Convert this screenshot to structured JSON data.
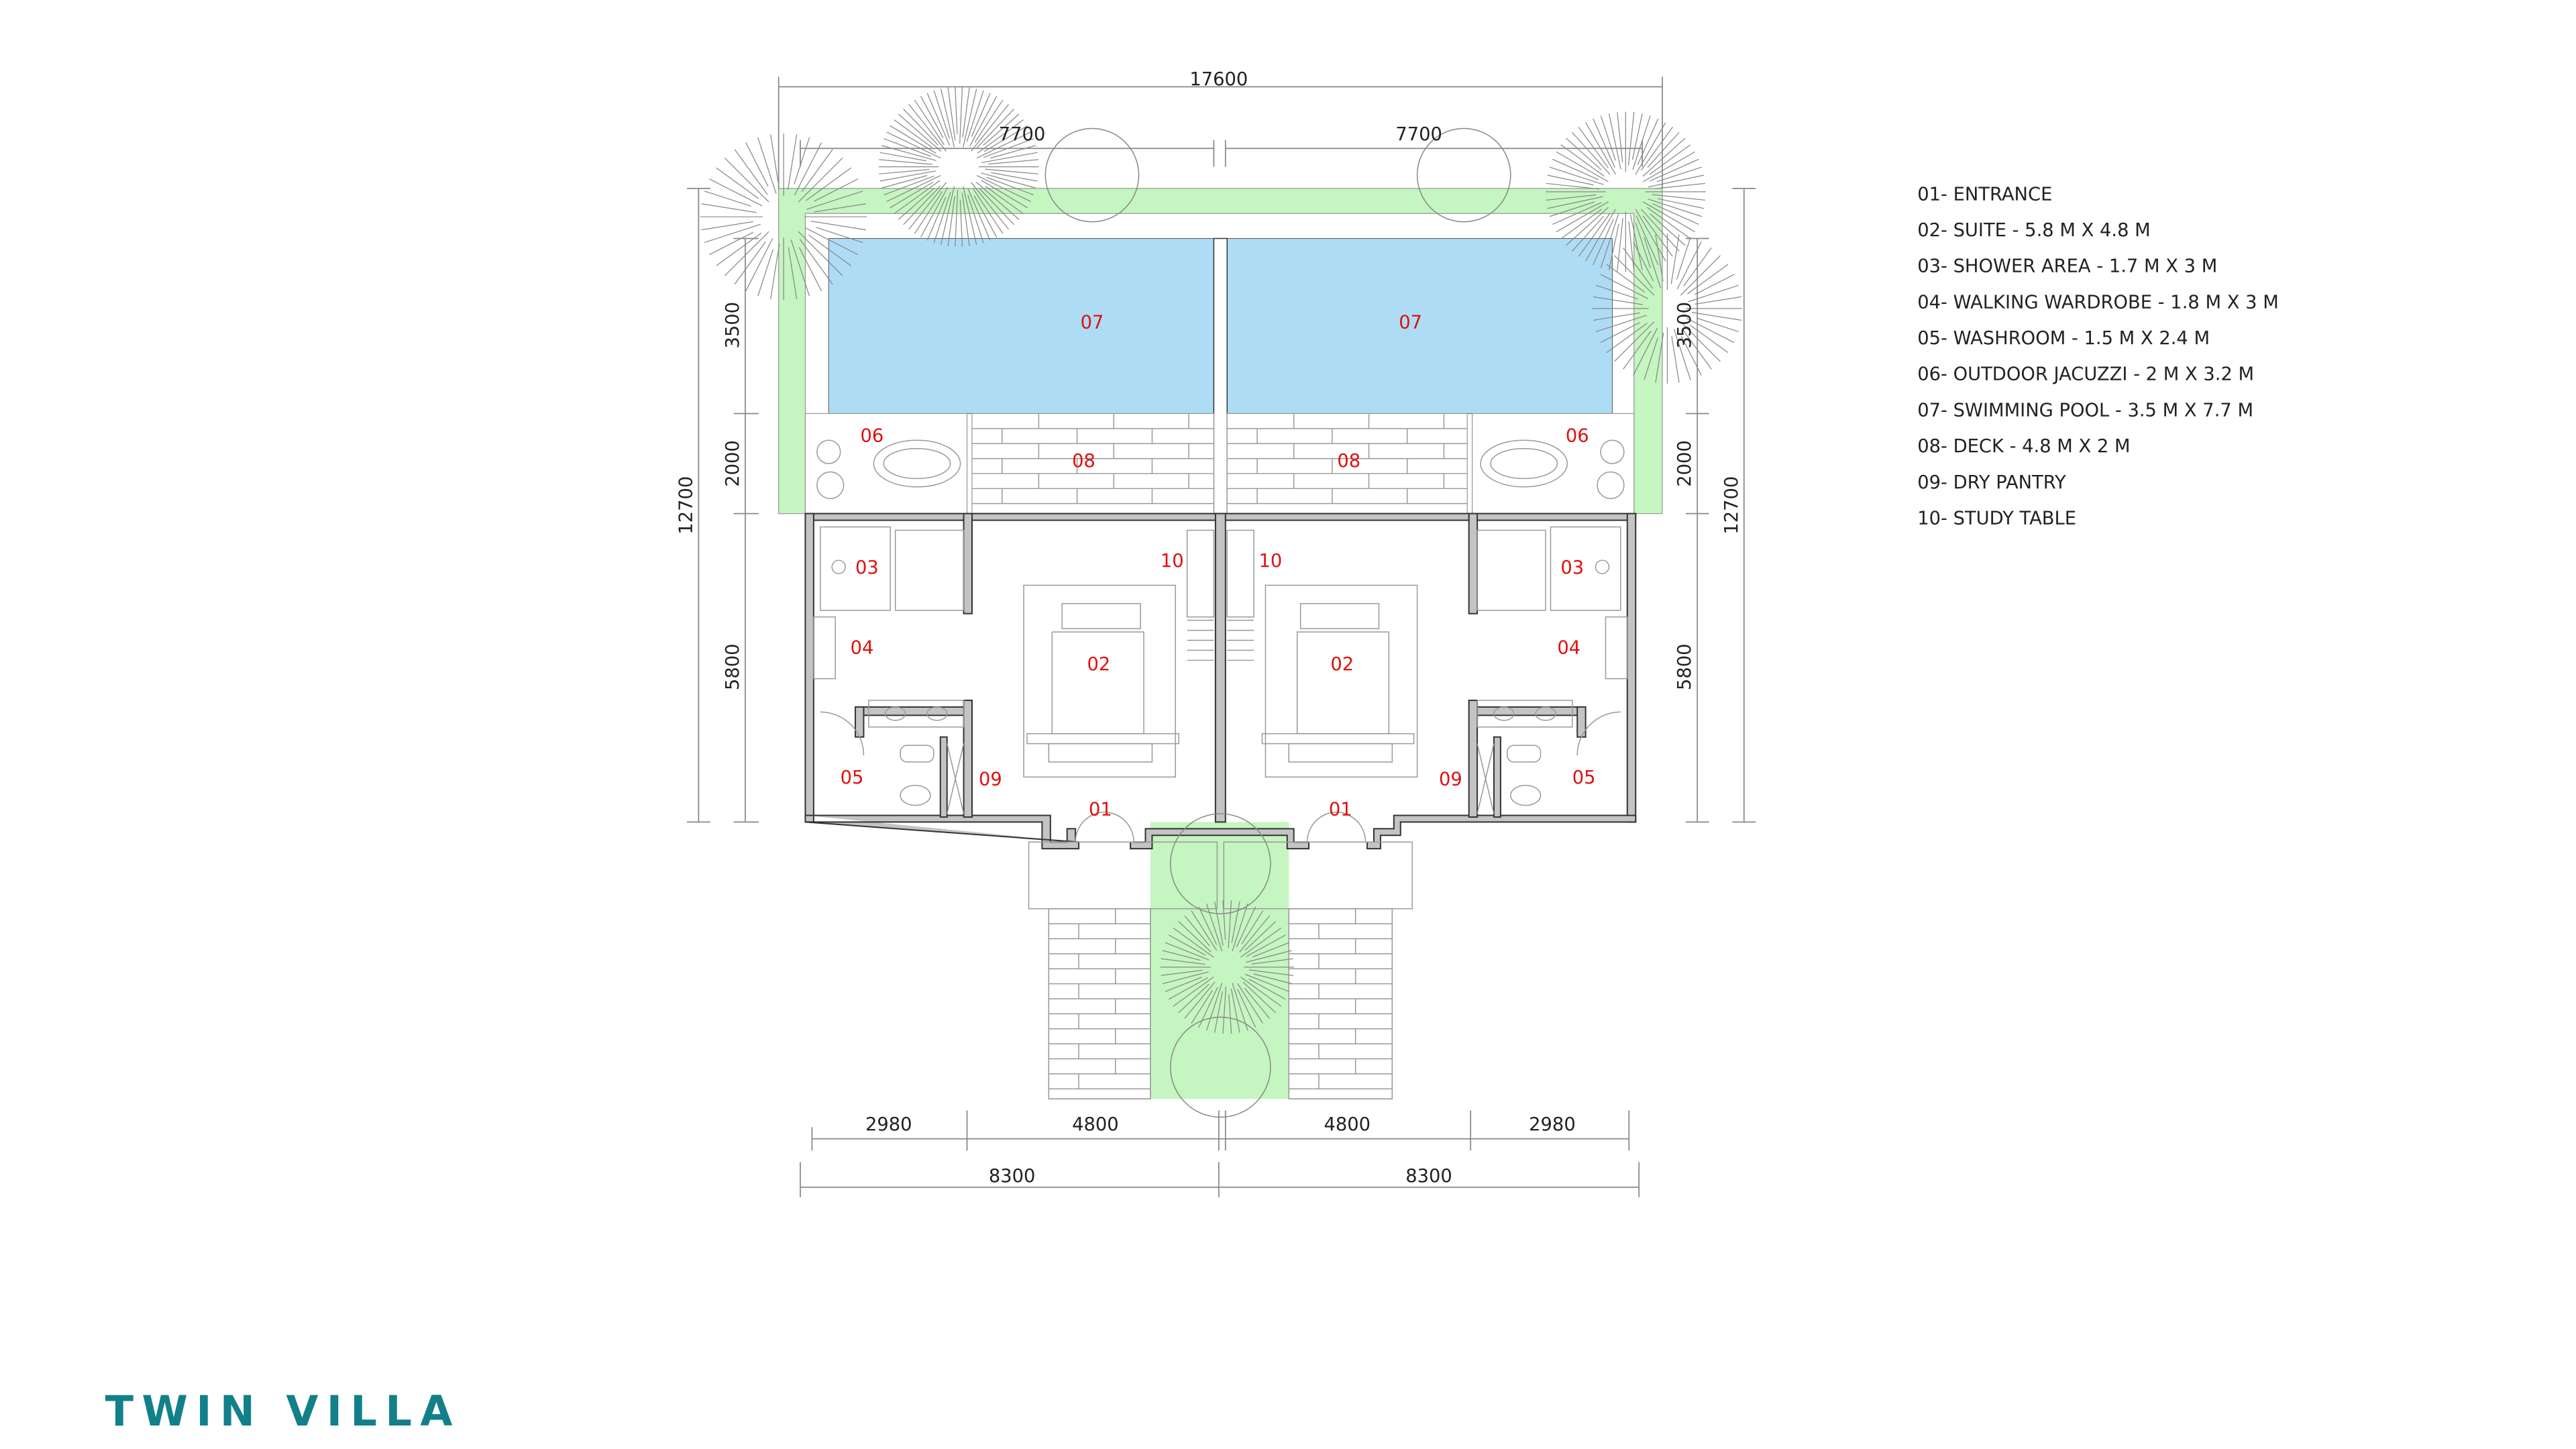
{
  "title": "TWIN VILLA",
  "colors": {
    "title": "#12808a",
    "label": "#e01010",
    "pool": "#aedcf5",
    "garden": "#c5f5c0",
    "wall": "#c4c4c4"
  },
  "dimensions": {
    "overall_width": "17600",
    "pool_width_left": "7700",
    "pool_width_right": "7700",
    "pool_depth_left": "3500",
    "deck_depth_left": "2000",
    "suite_depth_left": "5800",
    "overall_depth_left": "12700",
    "pool_depth_right": "3500",
    "deck_depth_right": "2000",
    "suite_depth_right": "5800",
    "overall_depth_right": "12700",
    "bottom_row1": [
      "2980",
      "4800",
      "4800",
      "2980"
    ],
    "bottom_row2": [
      "8300",
      "8300"
    ]
  },
  "room_labels": {
    "left": {
      "entrance": "01",
      "suite": "02",
      "shower": "03",
      "wardrobe": "04",
      "washroom": "05",
      "jacuzzi": "06",
      "pool": "07",
      "deck": "08",
      "pantry": "09",
      "study": "10"
    },
    "right": {
      "entrance": "01",
      "suite": "02",
      "shower": "03",
      "wardrobe": "04",
      "washroom": "05",
      "jacuzzi": "06",
      "pool": "07",
      "deck": "08",
      "pantry": "09",
      "study": "10"
    }
  },
  "legend": [
    "01- ENTRANCE",
    "02- SUITE - 5.8 M X 4.8 M",
    "03- SHOWER AREA - 1.7 M X 3 M",
    "04- WALKING WARDROBE - 1.8 M X 3 M",
    "05- WASHROOM - 1.5 M X 2.4 M",
    "06- OUTDOOR JACUZZI - 2 M X 3.2 M",
    "07- SWIMMING POOL - 3.5 M X 7.7 M",
    "08- DECK - 4.8 M X 2 M",
    "09- DRY PANTRY",
    "10- STUDY TABLE"
  ]
}
